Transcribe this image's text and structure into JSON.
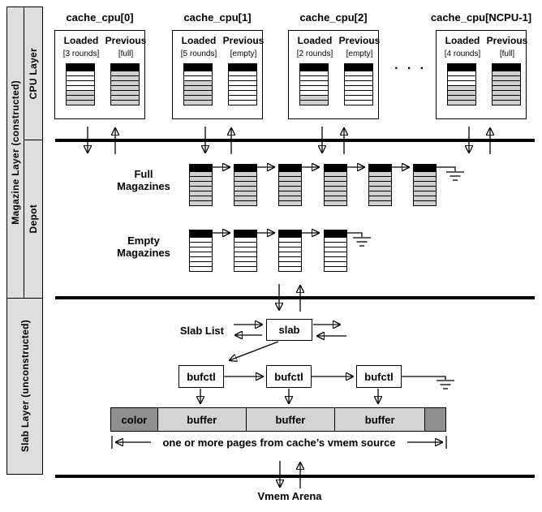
{
  "sidebar": {
    "magazine_layer": "Magazine Layer (constructed)",
    "cpu_layer": "CPU Layer",
    "depot": "Depot",
    "slab_layer": "Slab Layer (unconstructed)"
  },
  "magazine_capacity": 7,
  "cpu_caches": [
    {
      "title": "cache_cpu[0]",
      "loaded_label": "Loaded",
      "previous_label": "Previous",
      "loaded_note": "[3 rounds]",
      "previous_note": "[full]",
      "loaded_rounds": 3,
      "previous_rounds": 7
    },
    {
      "title": "cache_cpu[1]",
      "loaded_label": "Loaded",
      "previous_label": "Previous",
      "loaded_note": "[5 rounds]",
      "previous_note": "[empty]",
      "loaded_rounds": 5,
      "previous_rounds": 0
    },
    {
      "title": "cache_cpu[2]",
      "loaded_label": "Loaded",
      "previous_label": "Previous",
      "loaded_note": "[2 rounds]",
      "previous_note": "[empty]",
      "loaded_rounds": 2,
      "previous_rounds": 0
    },
    {
      "title": "cache_cpu[NCPU-1]",
      "loaded_label": "Loaded",
      "previous_label": "Previous",
      "loaded_note": "[4 rounds]",
      "previous_note": "[full]",
      "loaded_rounds": 4,
      "previous_rounds": 7
    }
  ],
  "ellipsis": "· · ·",
  "depot": {
    "full_label_line1": "Full",
    "full_label_line2": "Magazines",
    "empty_label_line1": "Empty",
    "empty_label_line2": "Magazines",
    "full_magazines": 6,
    "empty_magazines": 4
  },
  "slab_layer": {
    "slab_list_label": "Slab List",
    "slab_label": "slab",
    "bufctl_labels": [
      "bufctl",
      "bufctl",
      "bufctl"
    ],
    "bar_segments": [
      "color",
      "buffer",
      "buffer",
      "buffer"
    ],
    "pages_caption": "one or more pages from cache’s vmem source"
  },
  "vmem_arena_label": "Vmem Arena",
  "colors": {
    "round_fill": "#d0d0d0",
    "buffer_segment": "#d4d4d4",
    "color_segment": "#8f8f8f",
    "sidebar_fill": "#dedede"
  }
}
